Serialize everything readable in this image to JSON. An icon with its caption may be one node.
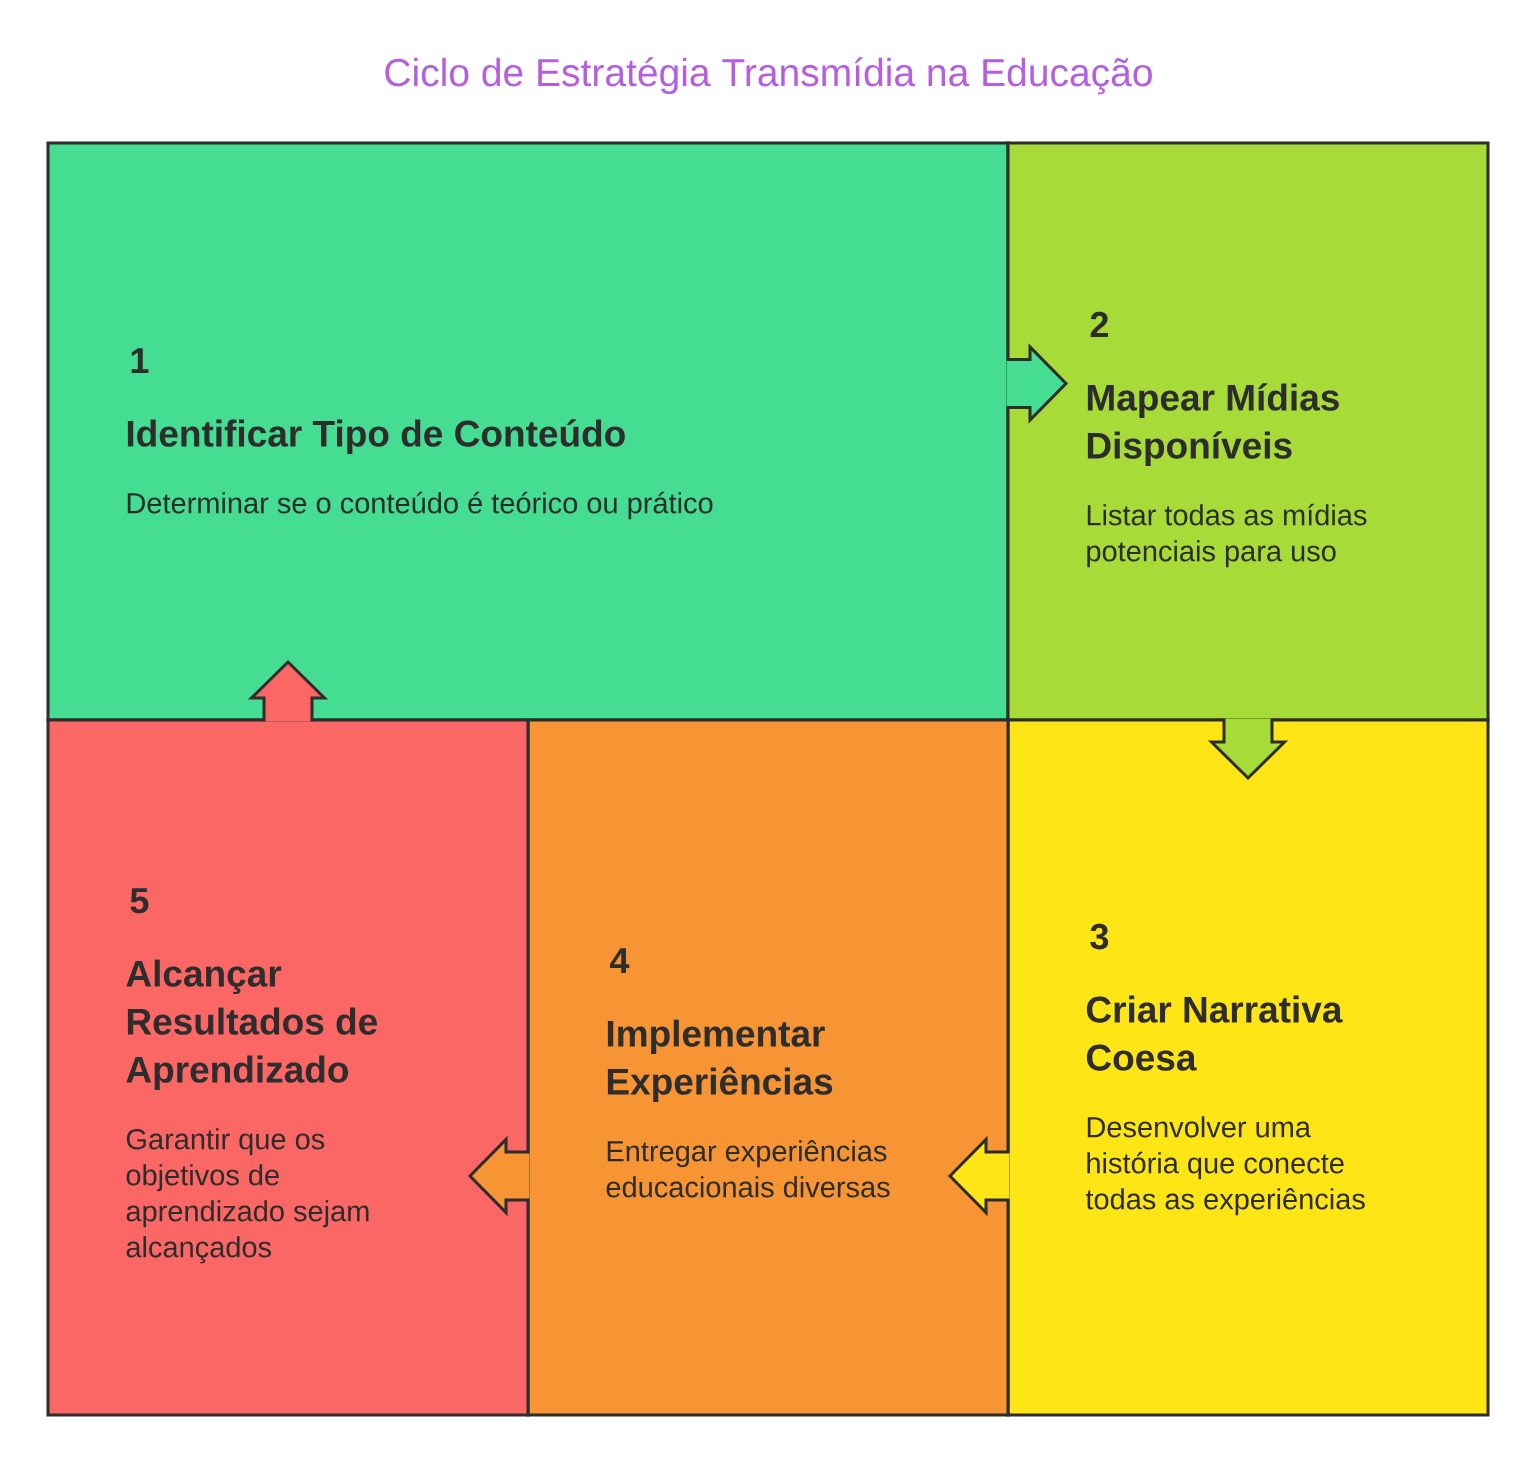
{
  "diagram": {
    "title": "Ciclo de Estratégia Transmídia na Educação",
    "nodes": [
      {
        "text": [
          "1",
          "Identificar Tipo de Conteúdo",
          "Determinar se o conteúdo é teórico ou prático"
        ]
      },
      {
        "text": [
          "2",
          "Mapear Mídias Disponíveis",
          "Listar todas as mídias potenciais para uso"
        ]
      },
      {
        "text": [
          "3",
          "Criar Narrativa Coesa",
          "Desenvolver uma história que conecte todas as experiências"
        ]
      },
      {
        "text": [
          "4",
          "Implementar Experiências",
          "Entregar experiências educacionais diversas"
        ]
      },
      {
        "text": [
          "5",
          "Alcançar Resultados de Aprendizado",
          "Garantir que os objetivos de aprendizado sejam alcançados"
        ]
      }
    ],
    "edges": [
      {
        "from": 0,
        "to": 1,
        "arrow": "to"
      },
      {
        "from": 1,
        "to": 2,
        "arrow": "to"
      },
      {
        "from": 2,
        "to": 3,
        "arrow": "to"
      },
      {
        "from": 3,
        "to": 4,
        "arrow": "to"
      },
      {
        "from": 4,
        "to": 0,
        "arrow": "to"
      }
    ]
  }
}
